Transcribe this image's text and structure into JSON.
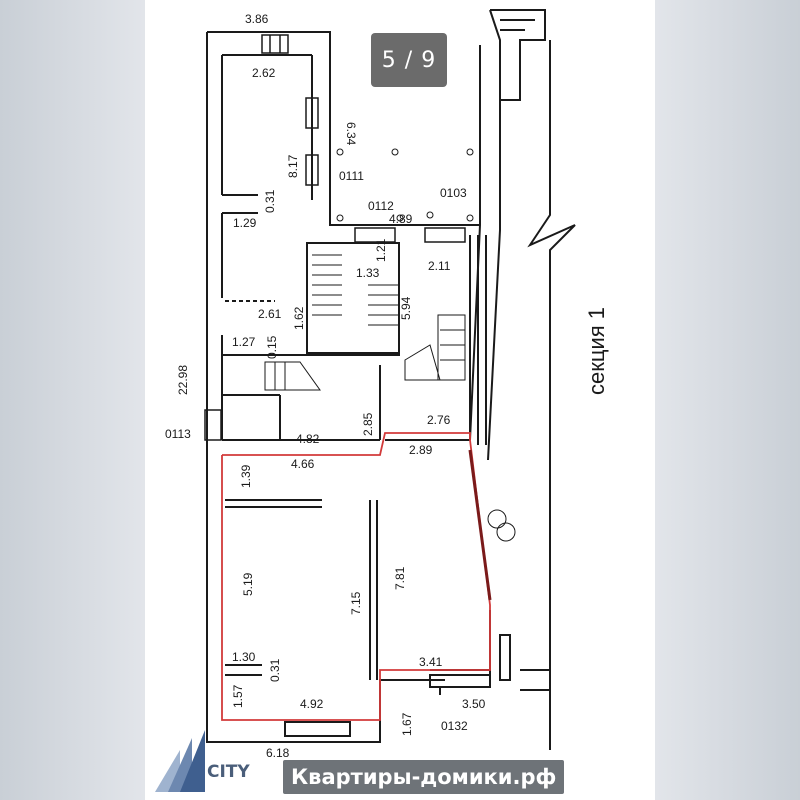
{
  "gallery": {
    "counter": "5 / 9"
  },
  "plan": {
    "dims": {
      "d_386": "3.86",
      "d_262": "2.62",
      "d_634": "6.34",
      "d_817": "8.17",
      "d_031a": "0.31",
      "d_129": "1.29",
      "d_133": "1.33",
      "d_121": "1.21",
      "d_162": "1.62",
      "d_261": "2.61",
      "d_127": "1.27",
      "d_015": "0.15",
      "d_2298": "22.98",
      "d_285": "2.85",
      "d_276": "2.76",
      "d_482": "4.82",
      "d_466": "4.66",
      "d_289": "2.89",
      "d_139": "1.39",
      "d_519": "5.19",
      "d_715": "7.15",
      "d_781": "7.81",
      "d_130": "1.30",
      "d_031b": "0.31",
      "d_157": "1.57",
      "d_492": "4.92",
      "d_341": "3.41",
      "d_350": "3.50",
      "d_167": "1.67",
      "d_618": "6.18",
      "d_489": "4.89",
      "d_211": "2.11",
      "d_594": "5.94"
    },
    "rooms": {
      "r_0111": "0111",
      "r_0112": "0112",
      "r_0103": "0103",
      "r_0113": "0113",
      "r_0132": "0132"
    },
    "section_label": "секция 1"
  },
  "branding": {
    "watermark": "Квартиры-домики.рф",
    "logo_text": "CITY"
  },
  "colors": {
    "highlight": "#d23a3a",
    "wall": "#1a1a1a",
    "counter_bg": "#6b6b6b"
  }
}
